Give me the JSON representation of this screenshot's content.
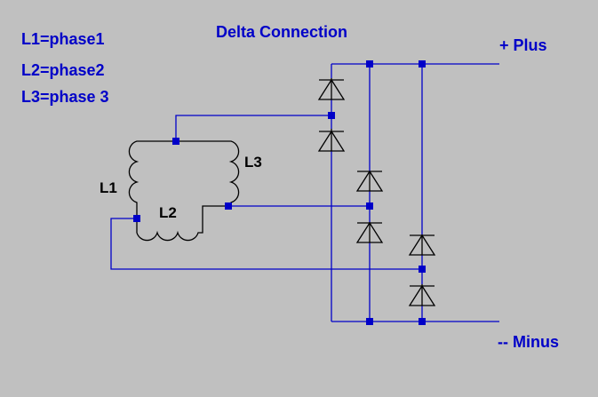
{
  "legend": {
    "l1": "L1=phase1",
    "l2": "L2=phase2",
    "l3": "L3=phase 3"
  },
  "title": "Delta Connection",
  "outputs": {
    "plus": "+ Plus",
    "minus": "-- Minus"
  },
  "coils": {
    "l1": "L1",
    "l2": "L2",
    "l3": "L3"
  },
  "colors": {
    "background": "#c0c0c0",
    "wire": "#0000c8",
    "component": "#000000"
  }
}
